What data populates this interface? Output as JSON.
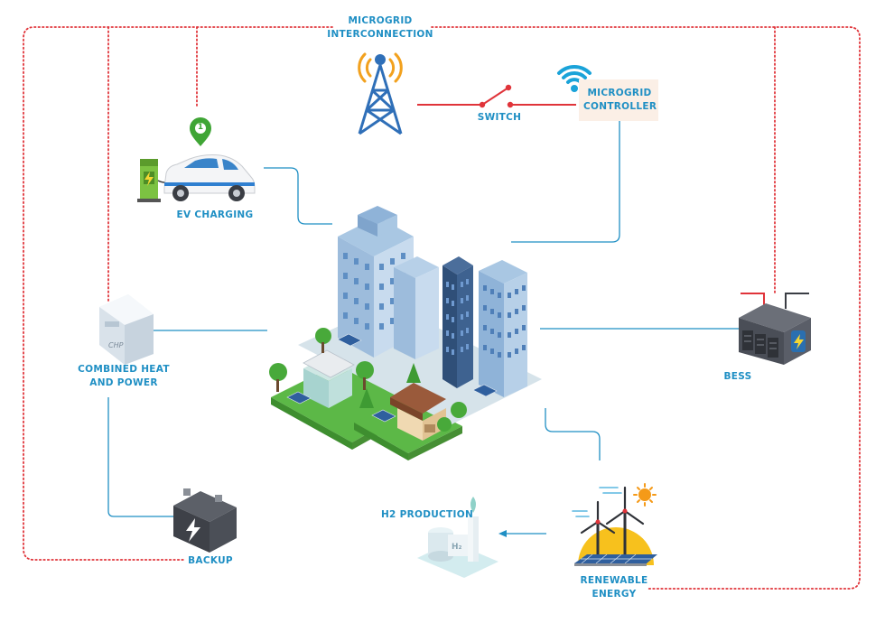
{
  "labels": {
    "interconnection_line1": "MICROGRID",
    "interconnection_line2": "INTERCONNECTION",
    "switch": "SWITCH",
    "controller_line1": "MICROGRID",
    "controller_line2": "CONTROLLER",
    "ev_charging": "EV CHARGING",
    "chp_line1": "COMBINED HEAT",
    "chp_line2": "AND POWER",
    "chp_tag": "CHP",
    "bess": "BESS",
    "h2_production": "H2 PRODUCTION",
    "h2_tag": "H₂",
    "backup": "BACKUP",
    "renewable_line1": "RENEWABLE",
    "renewable_line2": "ENERGY",
    "ev_pin_number": "1"
  },
  "colors": {
    "label": "#1f8fc4",
    "power_line": "#1f8fc4",
    "comm_line": "#e0343a",
    "tower": "#2f6fb8",
    "wifi": "#1aa3d9"
  },
  "icons": [
    "tower-icon",
    "wifi-icon",
    "switch-icon",
    "ev-charger-icon",
    "car-icon",
    "location-pin-icon",
    "chp-unit-icon",
    "battery-storage-icon",
    "backup-battery-icon",
    "hydrogen-tank-icon",
    "wind-turbine-icon",
    "solar-panel-icon",
    "sun-icon",
    "city-buildings-icon"
  ]
}
